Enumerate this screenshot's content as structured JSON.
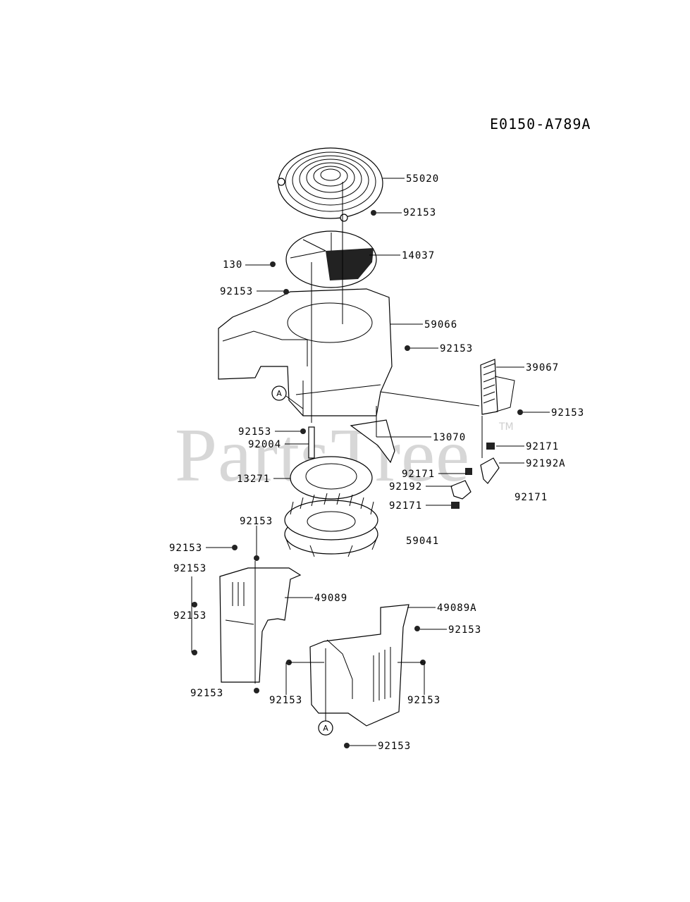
{
  "diagram": {
    "code": "E0150-A789A",
    "watermark": "PartsTree",
    "watermark_mark": "TM",
    "ref_mark": "A",
    "parts": [
      {
        "id": "p-55020",
        "label": "55020"
      },
      {
        "id": "p-92153-a",
        "label": "92153"
      },
      {
        "id": "p-14037",
        "label": "14037"
      },
      {
        "id": "p-130",
        "label": "130"
      },
      {
        "id": "p-92153-b",
        "label": "92153"
      },
      {
        "id": "p-59066",
        "label": "59066"
      },
      {
        "id": "p-92153-c",
        "label": "92153"
      },
      {
        "id": "p-39067",
        "label": "39067"
      },
      {
        "id": "p-92153-d",
        "label": "92153"
      },
      {
        "id": "p-92153-e",
        "label": "92153"
      },
      {
        "id": "p-13070",
        "label": "13070"
      },
      {
        "id": "p-92004",
        "label": "92004"
      },
      {
        "id": "p-92171-a",
        "label": "92171"
      },
      {
        "id": "p-92192A",
        "label": "92192A"
      },
      {
        "id": "p-92171-b",
        "label": "92171"
      },
      {
        "id": "p-13271",
        "label": "13271"
      },
      {
        "id": "p-92192",
        "label": "92192"
      },
      {
        "id": "p-92171-c",
        "label": "92171"
      },
      {
        "id": "p-92171-d",
        "label": "92171"
      },
      {
        "id": "p-92153-f",
        "label": "92153"
      },
      {
        "id": "p-59041",
        "label": "59041"
      },
      {
        "id": "p-92153-g",
        "label": "92153"
      },
      {
        "id": "p-92153-h",
        "label": "92153"
      },
      {
        "id": "p-49089",
        "label": "49089"
      },
      {
        "id": "p-92153-i",
        "label": "92153"
      },
      {
        "id": "p-49089A",
        "label": "49089A"
      },
      {
        "id": "p-92153-j",
        "label": "92153"
      },
      {
        "id": "p-92153-k",
        "label": "92153"
      },
      {
        "id": "p-92153-l",
        "label": "92153"
      },
      {
        "id": "p-92153-m",
        "label": "92153"
      },
      {
        "id": "p-92153-n",
        "label": "92153"
      }
    ]
  }
}
